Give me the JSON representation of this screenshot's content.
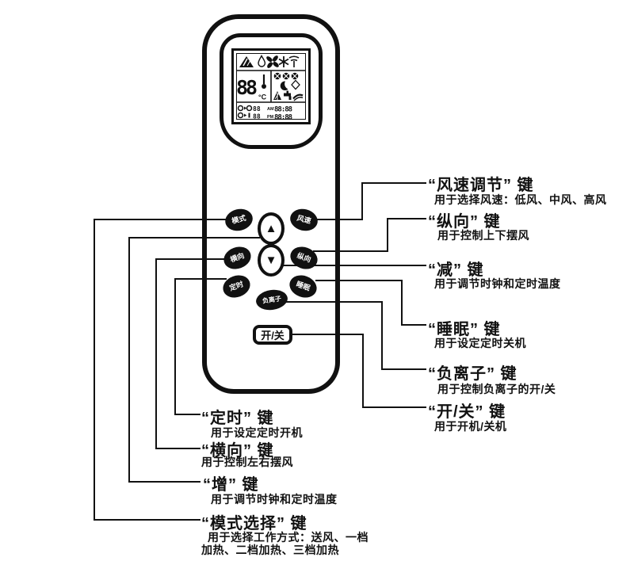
{
  "figure": {
    "background_color": "#ffffff",
    "ink_color": "#111111",
    "subject": "remote-control-callout-diagram"
  },
  "remote": {
    "buttons": {
      "mode": "模式",
      "fan_speed": "风速",
      "up_symbol": "▲",
      "down_symbol": "▼",
      "horizontal_swing": "横向",
      "vertical_swing": "纵向",
      "timer": "定时",
      "sleep": "睡眠",
      "anion": "负离子",
      "power": "开/关"
    },
    "lcd": {
      "temperature": "88",
      "temp_unit": "°C",
      "timer_on_value": "88",
      "timer_off_value": "88",
      "am_label": "AM",
      "pm_label": "PM",
      "am_time": "88:88",
      "pm_time": "88:88",
      "icons": [
        "warning-triangle",
        "water-drop",
        "fan",
        "snowflake",
        "signal",
        "thermometer",
        "fan-speed-low",
        "fan-speed-mid",
        "fan-speed-high",
        "moon",
        "water-drop-outline",
        "spray",
        "faucet",
        "wind",
        "timer-on",
        "timer-off"
      ]
    }
  },
  "labels_right": [
    {
      "title": "“风速调节” 键",
      "desc": "用于选择风速：低风、中风、高风"
    },
    {
      "title": "“纵向” 键",
      "desc": "用于控制上下摆风"
    },
    {
      "title": "“减” 键",
      "desc": "用于调节时钟和定时温度"
    },
    {
      "title": "“睡眠” 键",
      "desc": "用于设定定时关机"
    },
    {
      "title": "“负离子” 键",
      "desc": "用于控制负离子的开/关"
    },
    {
      "title": "“开/关” 键",
      "desc": "用于开机/关机"
    }
  ],
  "labels_left": [
    {
      "title": "“定时” 键",
      "desc": "用于设定定时开机"
    },
    {
      "title": "“横向” 键",
      "desc": "用于控制左右摆风"
    },
    {
      "title": "“增” 键",
      "desc": "用于调节时钟和定时温度"
    },
    {
      "title": "“模式选择” 键",
      "desc": "用于选择工作方式：送风、一档",
      "desc2": "加热、二档加热、三档加热"
    }
  ]
}
